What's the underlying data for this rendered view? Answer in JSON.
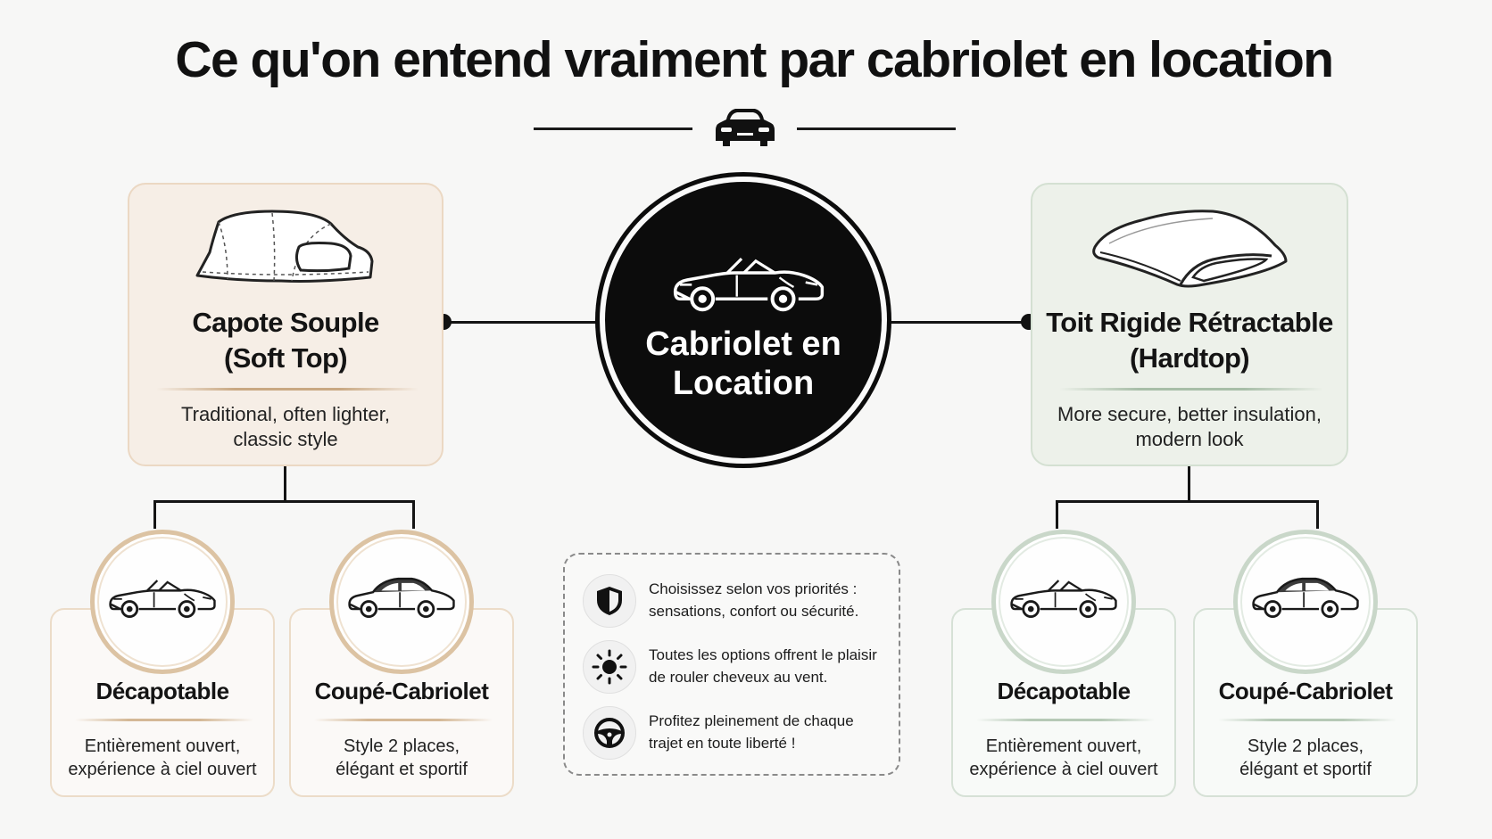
{
  "title": "Ce qu'on entend vraiment par cabriolet en location",
  "center": {
    "label_line1": "Cabriolet en",
    "label_line2": "Location"
  },
  "soft_top": {
    "title_line1": "Capote Souple",
    "title_line2": "(Soft Top)",
    "desc_line1": "Traditional, often lighter,",
    "desc_line2": "classic style",
    "children": [
      {
        "title": "Décapotable",
        "desc_line1": "Entièrement ouvert,",
        "desc_line2": "expérience à ciel ouvert"
      },
      {
        "title": "Coupé-Cabriolet",
        "desc_line1": "Style 2 places,",
        "desc_line2": "élégant et sportif"
      }
    ]
  },
  "hardtop": {
    "title_line1": "Toit Rigide Rétractable",
    "title_line2": "(Hardtop)",
    "desc_line1": "More secure, better insulation,",
    "desc_line2": "modern look",
    "children": [
      {
        "title": "Décapotable",
        "desc_line1": "Entièrement ouvert,",
        "desc_line2": "expérience à ciel ouvert"
      },
      {
        "title": "Coupé-Cabriolet",
        "desc_line1": "Style 2 places,",
        "desc_line2": "élégant et sportif"
      }
    ]
  },
  "tips": [
    {
      "icon": "shield-icon",
      "line1": "Choisissez selon vos priorités :",
      "line2": "sensations, confort ou sécurité."
    },
    {
      "icon": "sun-icon",
      "line1": "Toutes les options offrent le plaisir",
      "line2": "de rouler cheveux au vent."
    },
    {
      "icon": "steering-wheel-icon",
      "line1": "Profitez pleinement de chaque",
      "line2": "trajet en toute liberté !"
    }
  ],
  "colors": {
    "soft_bg": "#f6eee6",
    "soft_accent": "#c9a882",
    "hard_bg": "#edf1ea",
    "hard_accent": "#a8bea8",
    "center_bg": "#0c0c0c"
  }
}
